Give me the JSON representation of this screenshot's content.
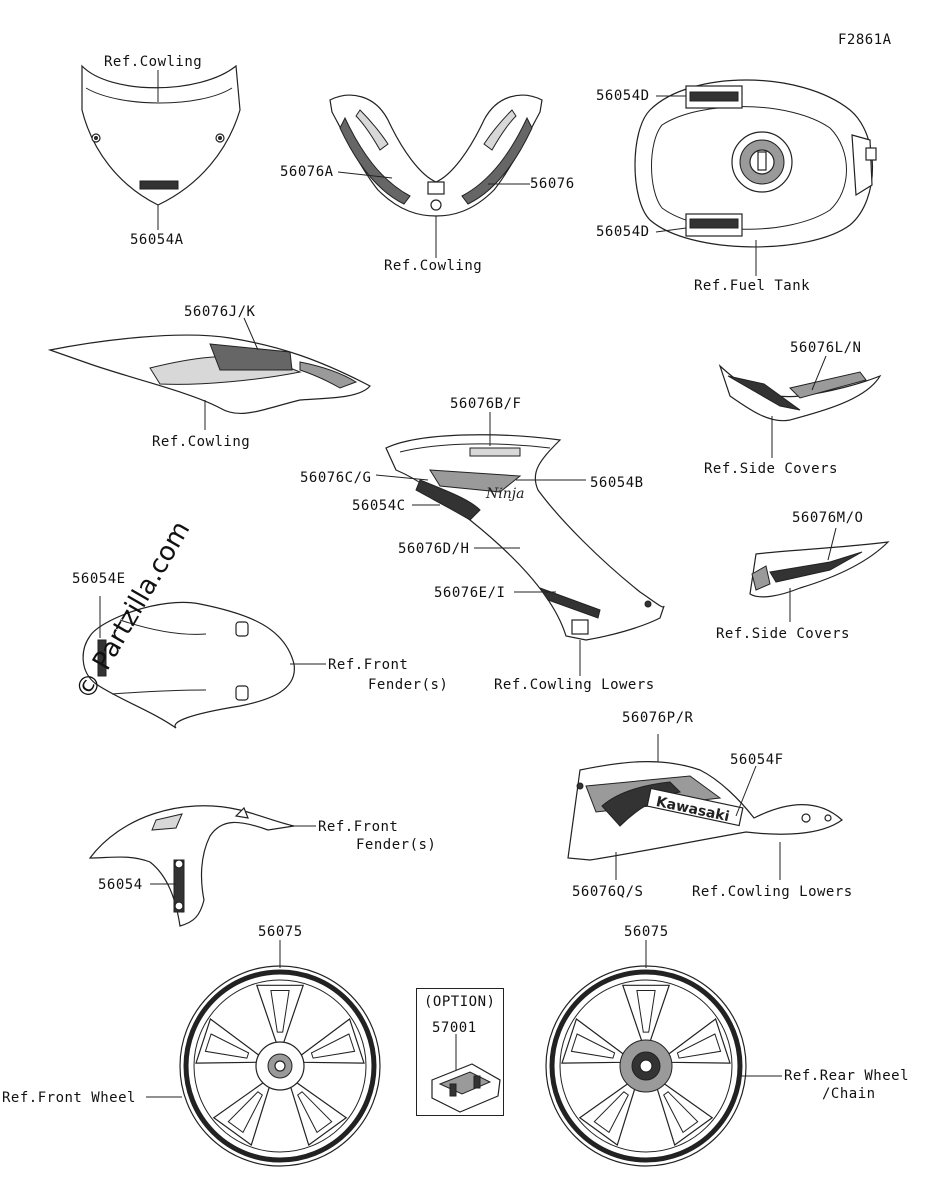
{
  "figure_code": "F2861A",
  "watermark": "© Partzilla.com",
  "labels": {
    "ref_cowling_1": "Ref.Cowling",
    "p56054A": "56054A",
    "p56076A": "56076A",
    "p56076": "56076",
    "ref_cowling_2": "Ref.Cowling",
    "p56054D_top": "56054D",
    "p56054D_bottom": "56054D",
    "ref_fuel_tank": "Ref.Fuel Tank",
    "p56076JK": "56076J/K",
    "ref_cowling_3": "Ref.Cowling",
    "p56076LN": "56076L/N",
    "ref_side_covers_1": "Ref.Side Covers",
    "p56076BF": "56076B/F",
    "p56076CG": "56076C/G",
    "p56054B": "56054B",
    "p56054C": "56054C",
    "p56076DH": "56076D/H",
    "p56076EI": "56076E/I",
    "ref_cowling_lowers_1": "Ref.Cowling Lowers",
    "p56076MO": "56076M/O",
    "ref_side_covers_2": "Ref.Side Covers",
    "p56054E": "56054E",
    "ref_front_fender_1a": "Ref.Front",
    "ref_front_fender_1b": "Fender(s)",
    "p56076PR": "56076P/R",
    "p56054F": "56054F",
    "ref_front_fender_2a": "Ref.Front",
    "ref_front_fender_2b": "Fender(s)",
    "p56054": "56054",
    "p56076QS": "56076Q/S",
    "ref_cowling_lowers_2": "Ref.Cowling Lowers",
    "p56075_left": "56075",
    "p56075_right": "56075",
    "option": "(OPTION)",
    "p57001": "57001",
    "ref_front_wheel": "Ref.Front Wheel",
    "ref_rear_wheel_a": "Ref.Rear Wheel",
    "ref_rear_wheel_b": "/Chain"
  },
  "decal_text": {
    "kawasaki": "Kawasaki",
    "ninja": "Ninja"
  }
}
